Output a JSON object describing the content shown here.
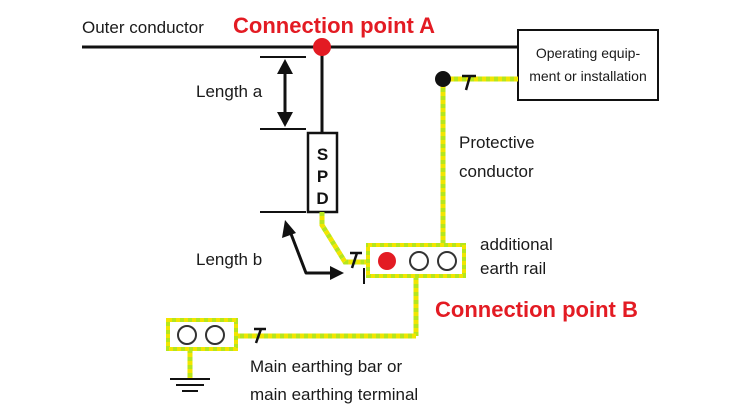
{
  "labels": {
    "outer_conductor": "Outer conductor",
    "connection_point_a": "Connection point A",
    "connection_point_b": "Connection point B",
    "length_a": "Length a",
    "length_b": "Length b",
    "protective_conductor_line1": "Protective",
    "protective_conductor_line2": "conductor",
    "additional_earth_rail_line1": "additional",
    "additional_earth_rail_line2": "earth rail",
    "main_earthing_line1": "Main earthing bar or",
    "main_earthing_line2": "main earthing terminal",
    "equipment_line1": "Operating equip-",
    "equipment_line2": "ment or installation"
  },
  "spd": {
    "letters": [
      "S",
      "P",
      "D"
    ]
  },
  "colors": {
    "connection_red": "#e31b23",
    "pe_green": "#b5e61d",
    "pe_yellow": "#f2e500",
    "line_black": "#111111"
  }
}
